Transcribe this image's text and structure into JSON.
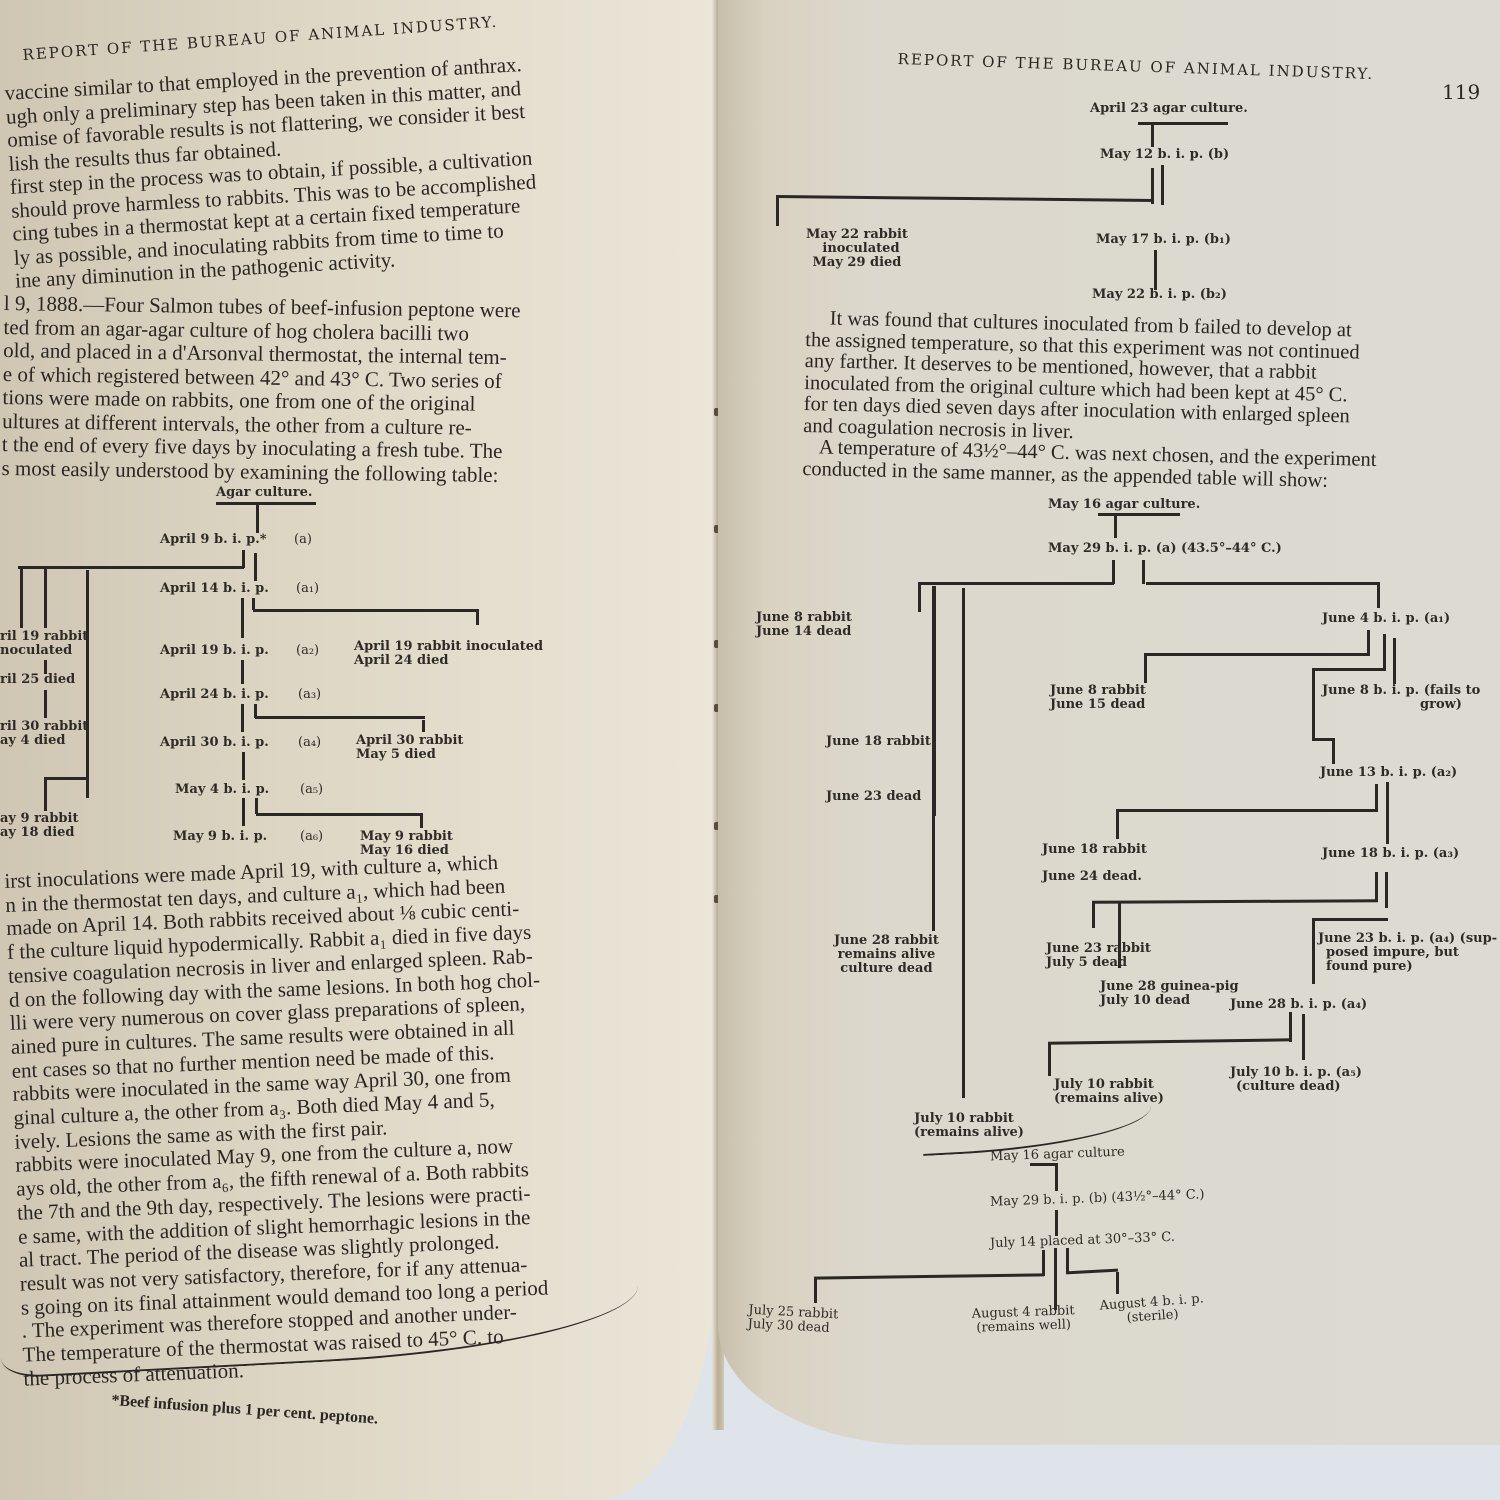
{
  "left_page": {
    "running_head": "Report of the Bureau of Animal Industry.",
    "paragraph_1": [
      "vaccine similar to that employed in the prevention of anthrax.",
      "ugh only a preliminary step has been taken in this matter, and",
      "omise of favorable results is not flattering, we consider it best",
      "lish the results thus far obtained.",
      "first step in the process was to obtain, if possible, a cultivation",
      "should prove harmless to rabbits.   This was to be accomplished",
      "cing tubes in a thermostat kept at a certain fixed temperature",
      "ly as possible, and inoculating rabbits from time to time to",
      "ine any diminution in the pathogenic activity."
    ],
    "paragraph_2": [
      "l 9, 1888.—Four Salmon tubes of beef-infusion peptone were",
      "ted from an agar-agar culture of hog cholera bacilli two",
      "old, and placed in a d'Arsonval thermostat, the internal tem-",
      "e of which registered between 42° and 43° C.   Two series of",
      "tions were made on rabbits, one from one of the original",
      "ultures at different intervals, the other from a culture re-",
      "t the end of every five days by inoculating a fresh tube.  The",
      "s most easily understood by examining the following table:"
    ],
    "diagram": {
      "root": "Agar culture.",
      "spine_nodes": [
        {
          "date": "April 9  b. i. p.*",
          "label": "(a)"
        },
        {
          "date": "April 14  b. i. p.",
          "label": "(a₁)"
        },
        {
          "date": "April 19  b. i. p.",
          "label": "(a₂)"
        },
        {
          "date": "April 24  b. i. p.",
          "label": "(a₃)"
        },
        {
          "date": "April 30  b. i. p.",
          "label": "(a₄)"
        },
        {
          "date": "May 4  b. i. p.",
          "label": "(a₅)"
        },
        {
          "date": "May 9  b. i. p.",
          "label": "(a₆)"
        }
      ],
      "left_branches": [
        {
          "line1": "ril 19 rabbit",
          "line2": "noculated"
        },
        {
          "line1": "ril 25 died",
          "line2": ""
        },
        {
          "line1": "ril 30 rabbit",
          "line2": "ay  4 died"
        },
        {
          "line1": "ay 9 rabbit",
          "line2": "ay 18 died"
        }
      ],
      "right_branches": [
        {
          "line1": "April 19  rabbit inoculated",
          "line2": "April 24  died"
        },
        {
          "line1": "April 30 rabbit",
          "line2": "May 5  died"
        },
        {
          "line1": "May 9 rabbit",
          "line2": "May 16 died"
        }
      ]
    },
    "paragraph_3": [
      "irst inoculations were made April 19, with culture a, which",
      "n in the thermostat ten days, and culture a₁, which had been",
      "made on April 14.   Both rabbits received about ⅛ cubic centi-",
      "f the culture liquid hypodermically.   Rabbit a₁ died in five days",
      "tensive coagulation necrosis in liver and enlarged spleen.   Rab-",
      "d on the following day with the same lesions.   In both hog chol-",
      "lli were very numerous on cover glass preparations of spleen,",
      "ained pure in cultures.   The same results were obtained in all",
      "ent cases so that no further mention need be made of this.",
      "rabbits were inoculated in the same way April 30, one from",
      "ginal culture a, the other from a₃.   Both died May 4 and 5,",
      "ively.   Lesions the same as with the first pair.",
      "rabbits were inoculated May 9, one from the culture a, now",
      "ays old, the other from a₆, the fifth renewal of a.   Both rabbits",
      "the 7th and the 9th day, respectively.   The lesions were practi-",
      "e same, with the addition of slight hemorrhagic lesions in the",
      "al tract.   The period of the disease was slightly prolonged.",
      "result was not very satisfactory, therefore, for if any attenua-",
      "s going on its final attainment would demand too long a period",
      ".   The experiment was therefore stopped and another under-",
      "  The temperature of the thermostat was raised to 45° C. to",
      "the process of attenuation."
    ],
    "footnote": "*Beef infusion plus 1 per cent. peptone."
  },
  "right_page": {
    "running_head": "Report of the Bureau of Animal Industry.",
    "page_number": "119",
    "diagram_b": {
      "root": "April 23 agar culture.",
      "nodes": [
        {
          "text": "May 12 b. i. p.   (b)"
        },
        {
          "text": "May 17 b. i. p.   (b₁)"
        },
        {
          "text": "May 22 b. i. p.   (b₂)"
        }
      ],
      "branch": {
        "line1": "May 22 rabbit",
        "line2": "inoculated",
        "line3": "May 29 died"
      }
    },
    "paragraph_1": [
      "It was found that cultures inoculated from b failed to develop at",
      "the assigned temperature, so that this experiment was not continued",
      "any farther.  It deserves to be mentioned, however, that a rabbit",
      "inoculated from the original culture which had been kept at 45° C.",
      "for ten days died seven days after inoculation with enlarged spleen",
      "and coagulation necrosis in liver.",
      "A temperature of 43½°–44° C. was next chosen, and the experiment",
      "conducted in the same manner, as the appended table will show:"
    ],
    "diagram_a": {
      "root": "May 16 agar culture.",
      "start": "May 29 b. i. p.   (a)   (43.5°–44° C.)",
      "labels": {
        "june8_rabbit": [
          "June  8 rabbit",
          "June 14 dead"
        ],
        "june18_rabbit_left": [
          "June 18 rabbit"
        ],
        "june23_dead": [
          "June 23 dead"
        ],
        "june28_rabbit_left": [
          "June 28 rabbit",
          "remains alive",
          "culture dead"
        ],
        "july10_rabbit_left": [
          "July 10 rabbit",
          "(remains alive)"
        ],
        "june4": [
          "June 4 b. i. p. (a₁)"
        ],
        "june8_rabbit_mid": [
          "June  8 rabbit",
          "June 15 dead"
        ],
        "june8_bip": [
          "June 8 b. i. p.  (fails to",
          "grow)"
        ],
        "june13_bip": [
          "June 13 b. i. p. (a₂)"
        ],
        "june18_rabbit_mid": [
          "June 18 rabbit"
        ],
        "june24_dead": [
          "June 24 dead."
        ],
        "june18_bip": [
          "June 18 b. i. p. (a₃)"
        ],
        "june23_rabbit": [
          "June 23 rabbit",
          "July 5 dead"
        ],
        "june23_bip": [
          "June 23 b. i. p. (a₄) (sup-",
          "posed  impure,  but",
          "found pure)"
        ],
        "june28_guinea": [
          "June 28 guinea-pig",
          "July 10 dead"
        ],
        "june28_bip": [
          "June 28 b. i. p. (a₄)"
        ],
        "july10_rabbit_mid": [
          "July 10 rabbit",
          "(remains alive)"
        ],
        "july10_bip": [
          "July 10 b. i. p. (a₅)",
          "(culture dead)"
        ]
      }
    },
    "diagram_c": {
      "root": "May 16 agar culture",
      "start": "May 29 b. i. p. (b) (43½°–44° C.)",
      "placed": "July 14 placed at 30°–33° C.",
      "leaves": [
        {
          "line1": "July 25 rabbit",
          "line2": "July 30 dead"
        },
        {
          "line1": "August 4 rabbit",
          "line2": "(remains well)"
        },
        {
          "line1": "August 4 b. i. p.",
          "line2": "(sterile)"
        }
      ]
    }
  }
}
